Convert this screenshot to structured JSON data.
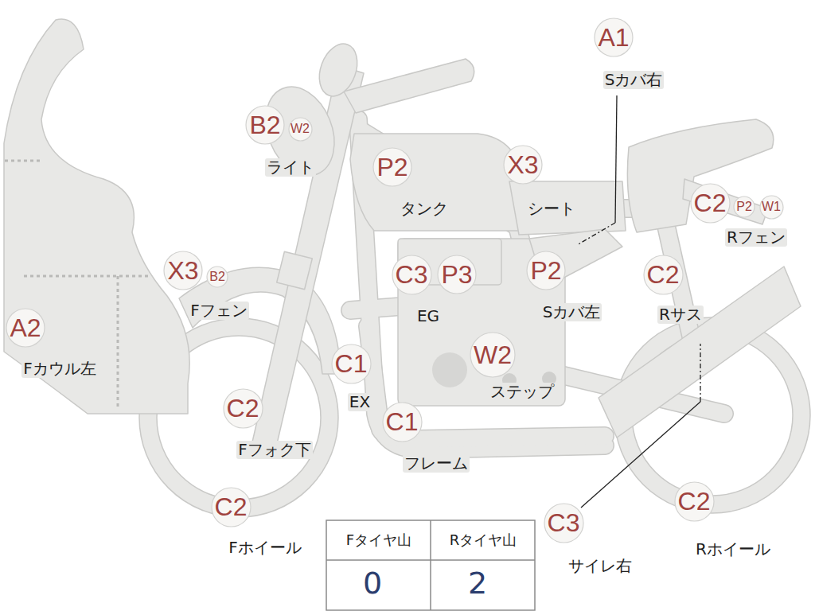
{
  "diagram": {
    "nodes": [
      {
        "text": [
          "A1"
        ]
      },
      {
        "text": [
          "B2"
        ]
      },
      {
        "text": [
          "W2"
        ]
      },
      {
        "text": [
          "P2"
        ]
      },
      {
        "text": [
          "X3"
        ]
      },
      {
        "text": [
          "C2"
        ]
      },
      {
        "text": [
          "P2"
        ]
      },
      {
        "text": [
          "W1"
        ]
      },
      {
        "text": [
          "X3"
        ]
      },
      {
        "text": [
          "B2"
        ]
      },
      {
        "text": [
          "C3"
        ]
      },
      {
        "text": [
          "P3"
        ]
      },
      {
        "text": [
          "P2"
        ]
      },
      {
        "text": [
          "C2"
        ]
      },
      {
        "text": [
          "A2"
        ]
      },
      {
        "text": [
          "C1"
        ]
      },
      {
        "text": [
          "W2"
        ]
      },
      {
        "text": [
          "C2"
        ]
      },
      {
        "text": [
          "C1"
        ]
      },
      {
        "text": [
          "C2"
        ]
      },
      {
        "text": [
          "C3"
        ]
      },
      {
        "text": [
          "C2"
        ]
      }
    ],
    "labels": [
      "Sカバ右",
      "ライト",
      "タンク",
      "シート",
      "Rフェン",
      "Fフェン",
      "EG",
      "Sカバ左",
      "Rサス",
      "Fカウル左",
      "EX",
      "ステップ",
      "Fフォク下",
      "フレーム",
      "Fホイール",
      "サイレ右",
      "Rホイール",
      "Fタイヤ山",
      "Rタイヤ山",
      "0",
      "2"
    ]
  }
}
